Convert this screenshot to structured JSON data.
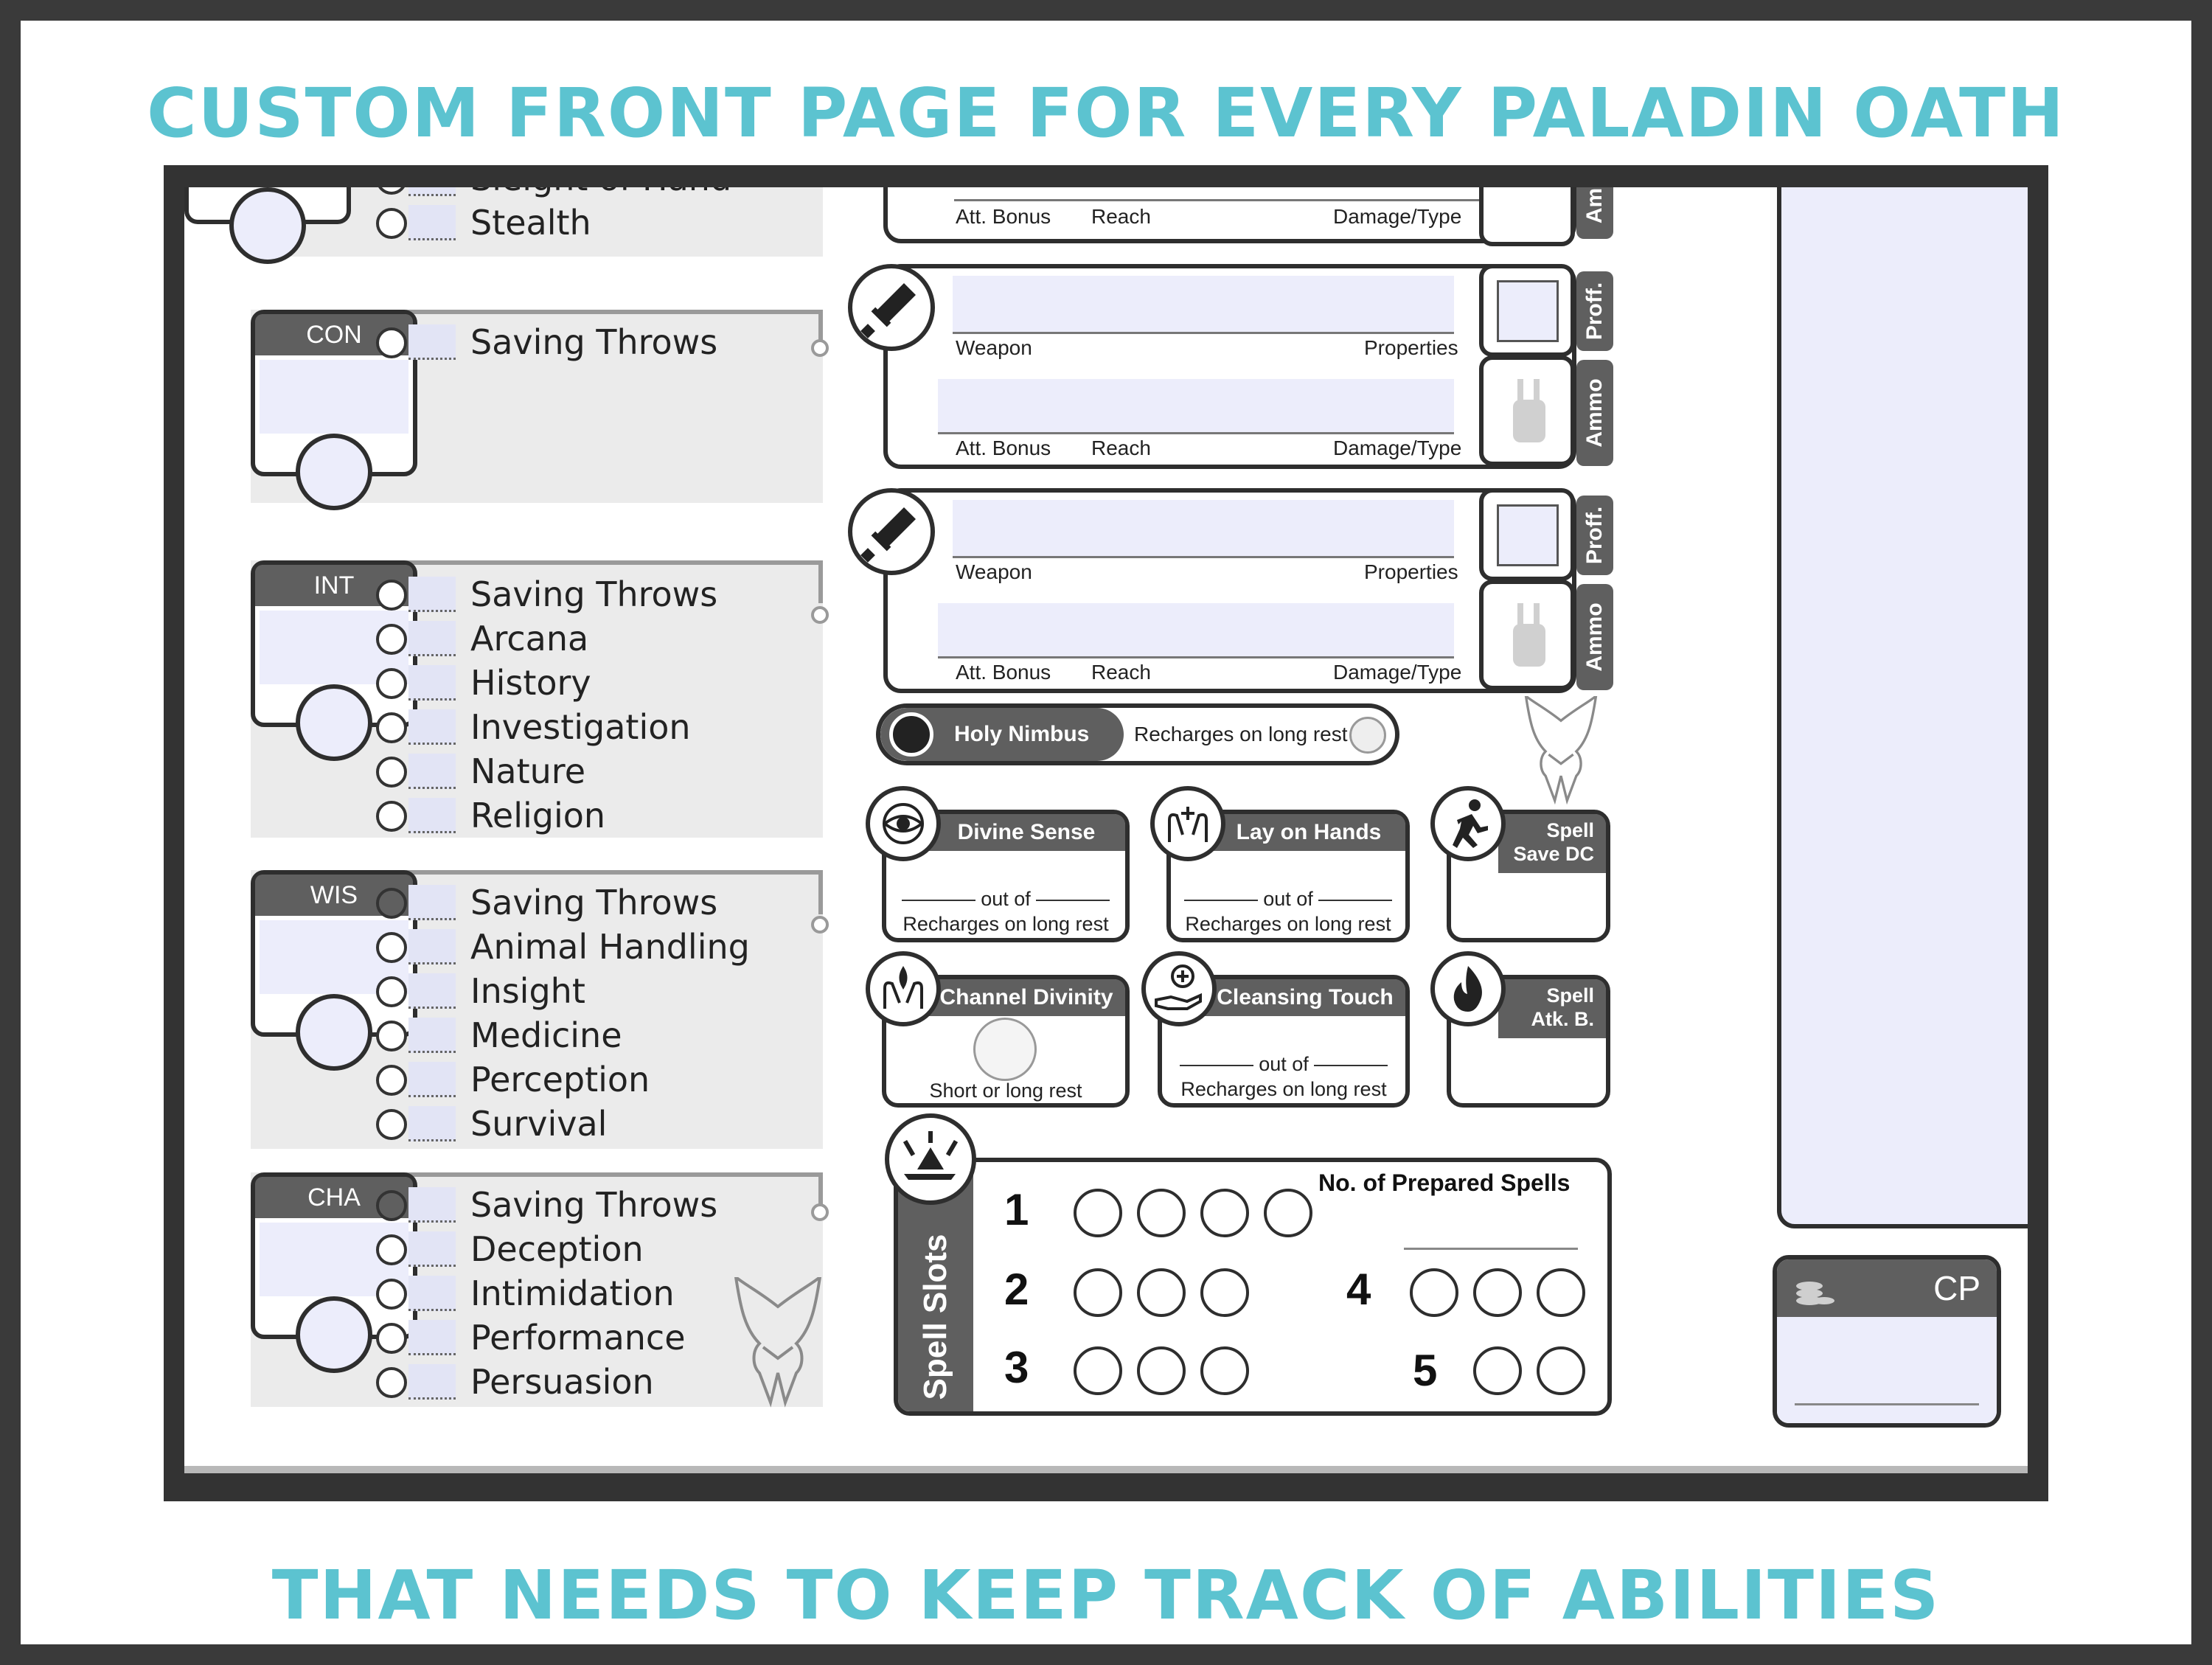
{
  "banner": {
    "top": "CUSTOM FRONT PAGE FOR EVERY PALADIN OATH",
    "bottom": "THAT NEEDS TO KEEP TRACK OF ABILITIES"
  },
  "abilities": [
    {
      "abbr": "",
      "skills": [
        {
          "label": "Sleight of Hand",
          "proficient": false
        },
        {
          "label": "Stealth",
          "proficient": false
        }
      ]
    },
    {
      "abbr": "CON",
      "skills": [
        {
          "label": "Saving Throws",
          "proficient": false
        }
      ]
    },
    {
      "abbr": "INT",
      "skills": [
        {
          "label": "Saving Throws",
          "proficient": false
        },
        {
          "label": "Arcana",
          "proficient": false
        },
        {
          "label": "History",
          "proficient": false
        },
        {
          "label": "Investigation",
          "proficient": false
        },
        {
          "label": "Nature",
          "proficient": false
        },
        {
          "label": "Religion",
          "proficient": false
        }
      ]
    },
    {
      "abbr": "WIS",
      "skills": [
        {
          "label": "Saving Throws",
          "proficient": true
        },
        {
          "label": "Animal Handling",
          "proficient": false
        },
        {
          "label": "Insight",
          "proficient": false
        },
        {
          "label": "Medicine",
          "proficient": false
        },
        {
          "label": "Perception",
          "proficient": false
        },
        {
          "label": "Survival",
          "proficient": false
        }
      ]
    },
    {
      "abbr": "CHA",
      "skills": [
        {
          "label": "Saving Throws",
          "proficient": true
        },
        {
          "label": "Deception",
          "proficient": false
        },
        {
          "label": "Intimidation",
          "proficient": false
        },
        {
          "label": "Performance",
          "proficient": false
        },
        {
          "label": "Persuasion",
          "proficient": false
        }
      ]
    }
  ],
  "weapon_labels": {
    "weapon": "Weapon",
    "properties": "Properties",
    "att_bonus": "Att. Bonus",
    "reach": "Reach",
    "damage_type": "Damage/Type",
    "proff": "Proff.",
    "ammo": "Ammo",
    "ammo_short": "Am"
  },
  "holy_nimbus": {
    "name": "Holy Nimbus",
    "recharge": "Recharges on long rest"
  },
  "features": {
    "divine_sense": {
      "title": "Divine Sense",
      "out_of": "out of",
      "recharge": "Recharges on long rest"
    },
    "lay_on_hands": {
      "title": "Lay on Hands",
      "out_of": "out of",
      "recharge": "Recharges on long rest"
    },
    "spell_save_dc": {
      "title_line1": "Spell",
      "title_line2": "Save DC"
    },
    "channel_divinity": {
      "title": "Channel Divinity",
      "recharge": "Short or long rest"
    },
    "cleansing_touch": {
      "title": "Cleansing Touch",
      "out_of": "out of",
      "recharge": "Recharges on long rest"
    },
    "spell_attack": {
      "title_line1": "Spell",
      "title_line2": "Atk. B."
    }
  },
  "spell_slots": {
    "title": "Spell Slots",
    "prepared_label": "No. of Prepared Spells",
    "levels": [
      {
        "level": "1",
        "slots": 4
      },
      {
        "level": "2",
        "slots": 3
      },
      {
        "level": "3",
        "slots": 3
      },
      {
        "level": "4",
        "slots": 3
      },
      {
        "level": "5",
        "slots": 2
      }
    ]
  },
  "currency": {
    "label": "CP"
  },
  "icons": {
    "weapon": "sword-icon",
    "ammo": "quiver-icon",
    "nimbus": "sun-icon",
    "divine_sense": "eye-icon",
    "lay_on_hands": "healing-hands-icon",
    "spell_save": "running-figure-icon",
    "channel_divinity": "praying-hands-icon",
    "cleansing_touch": "hand-heart-icon",
    "spell_attack": "flame-icon",
    "spell_slots": "spell-burst-icon",
    "coins": "coins-icon",
    "oath_emblem": "winged-helm-icon"
  }
}
